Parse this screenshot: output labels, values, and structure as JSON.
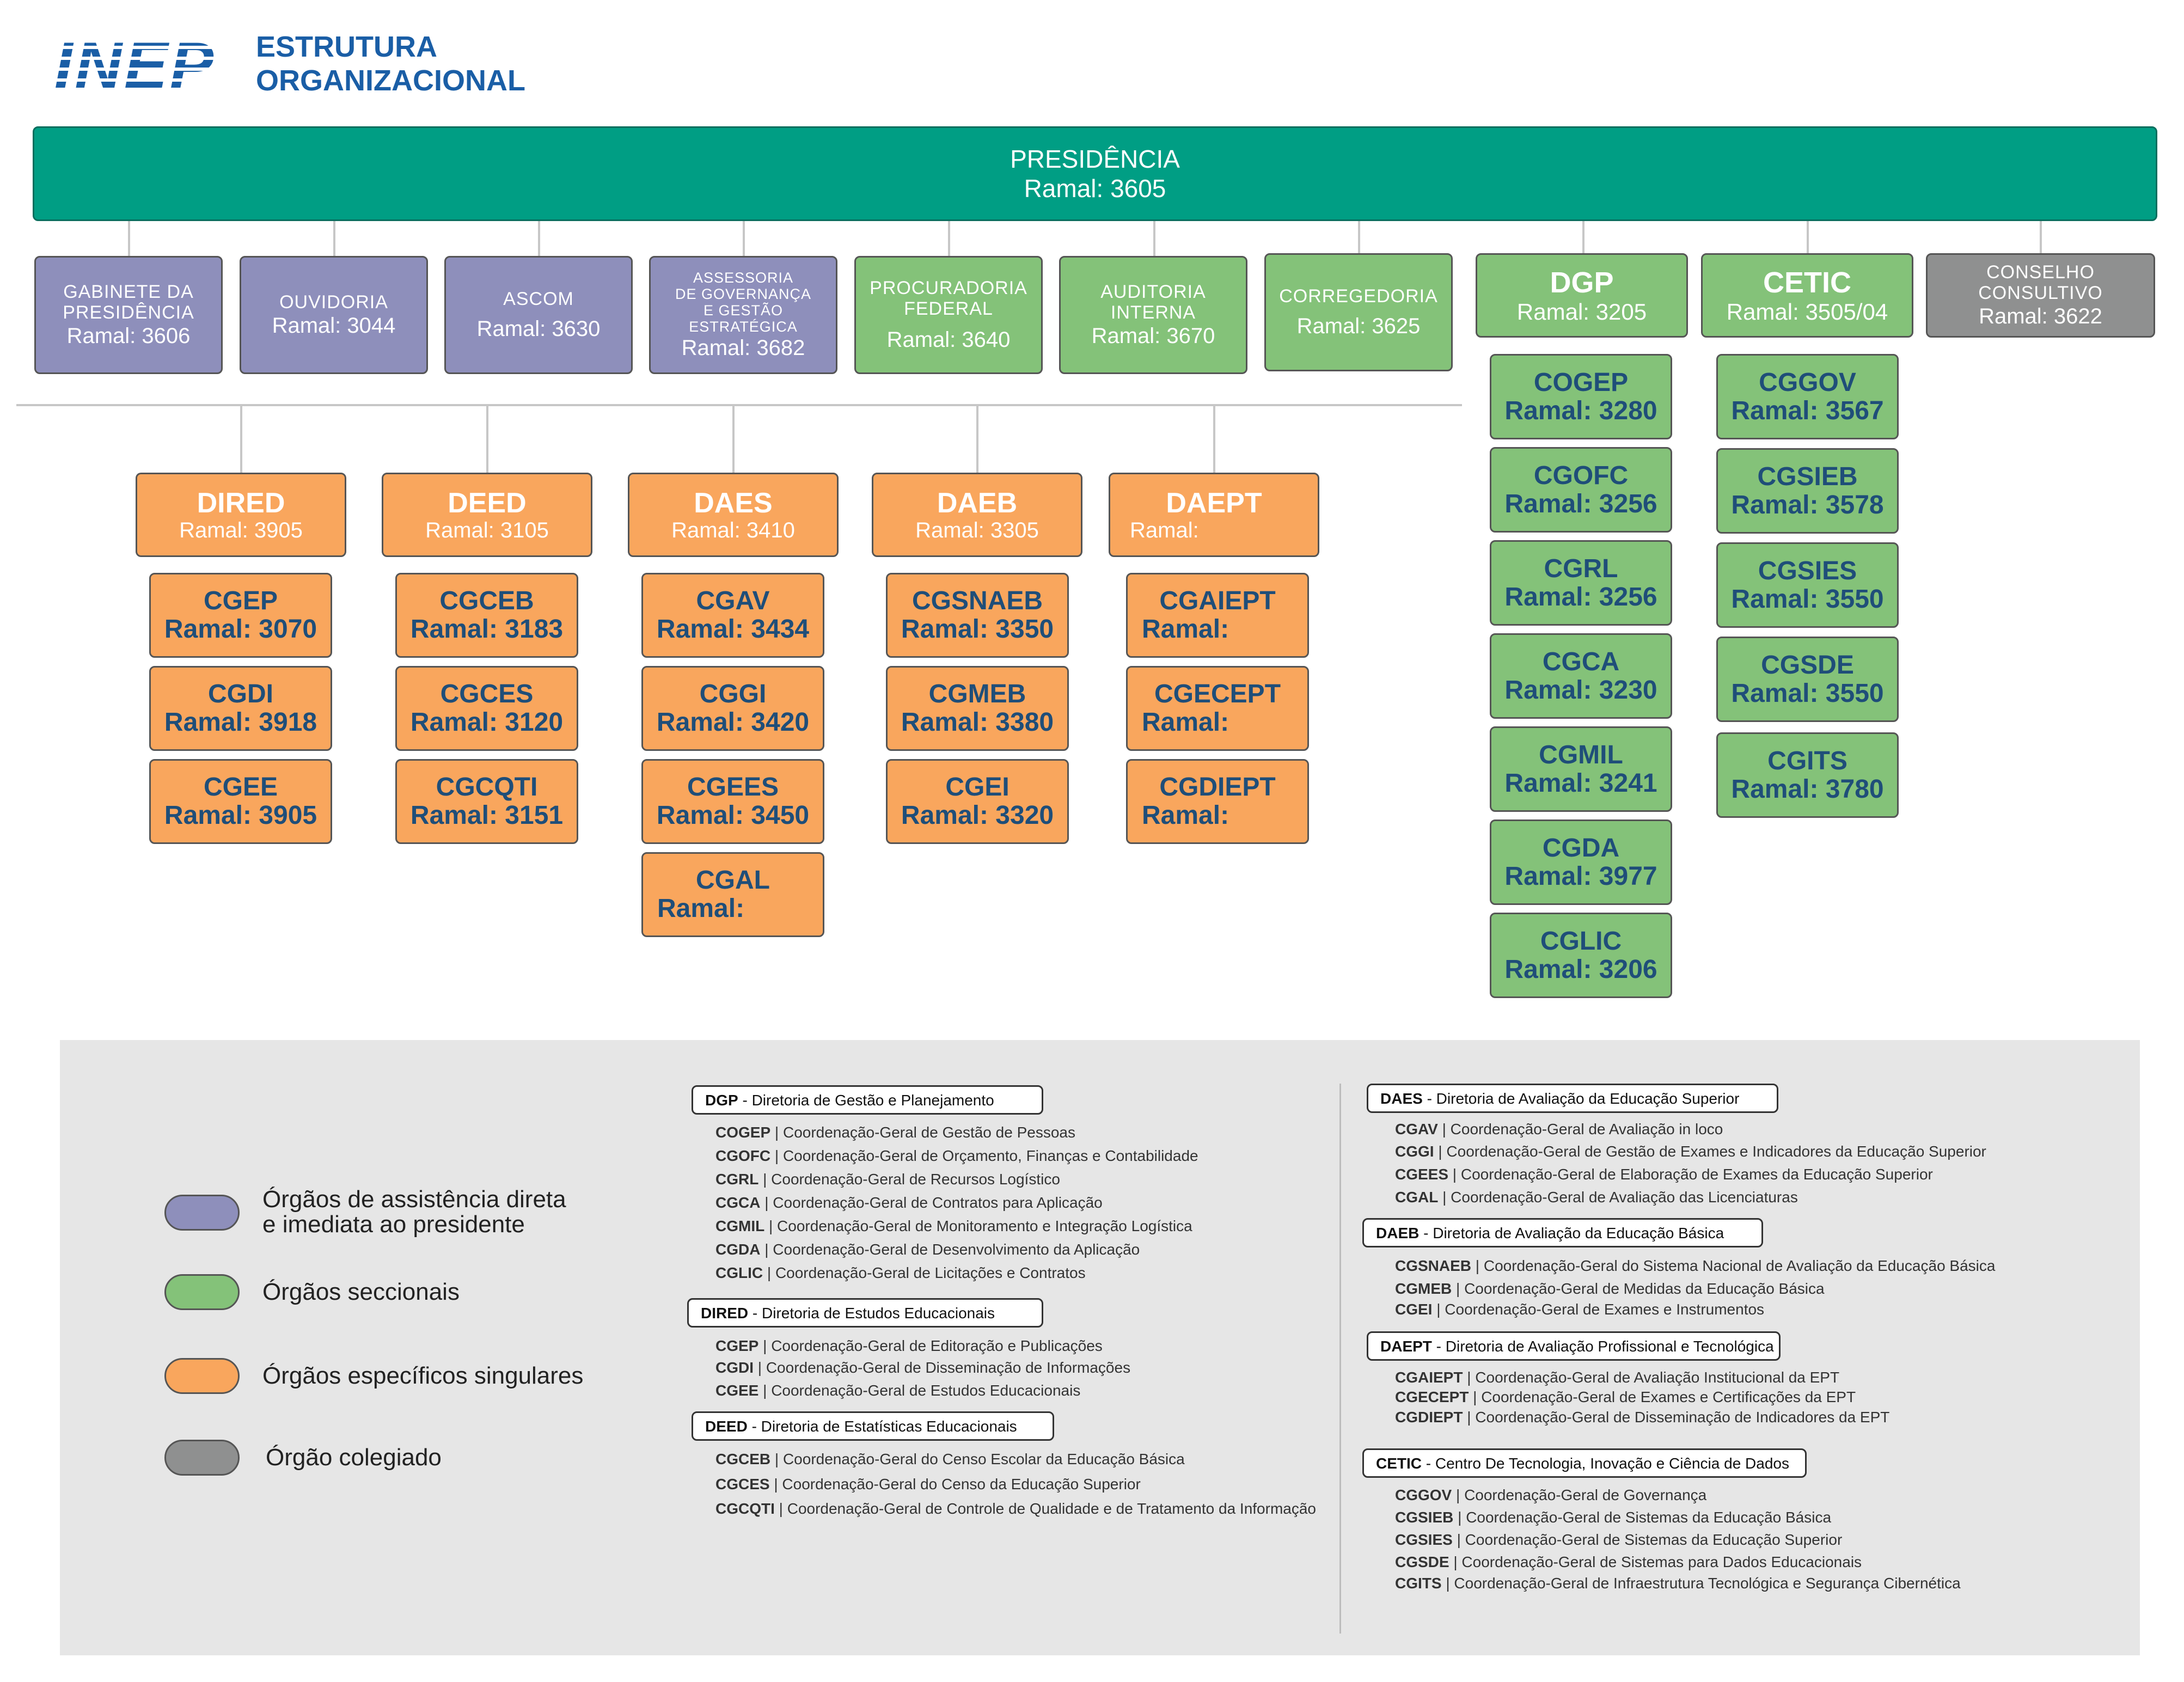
{
  "header": {
    "logo": "INEP",
    "title_line1": "ESTRUTURA",
    "title_line2": "ORGANIZACIONAL"
  },
  "colors": {
    "presidencia": "#009e84",
    "assistencia": "#8e8fbb",
    "seccionais": "#84c279",
    "especificos": "#f9a65d",
    "colegiado": "#8f9090",
    "text_blue": "#1f4e79"
  },
  "presidencia": {
    "name": "PRESIDÊNCIA",
    "ramal": "Ramal: 3605"
  },
  "level1": {
    "gabinete": {
      "l1": "GABINETE DA",
      "l2": "PRESIDÊNCIA",
      "ramal": "Ramal: 3606"
    },
    "ouvidoria": {
      "name": "OUVIDORIA",
      "ramal": "Ramal: 3044"
    },
    "ascom": {
      "name": "ASCOM",
      "ramal": "Ramal: 3630"
    },
    "assessoria": {
      "l1": "ASSESSORIA",
      "l2": "DE GOVERNANÇA",
      "l3": "E GESTÃO ESTRATÉGICA",
      "ramal": "Ramal: 3682"
    },
    "procuradoria": {
      "l1": "PROCURADORIA",
      "l2": "FEDERAL",
      "ramal": "Ramal: 3640"
    },
    "auditoria": {
      "l1": "AUDITORIA",
      "l2": "INTERNA",
      "ramal": "Ramal: 3670"
    },
    "corregedoria": {
      "name": "CORREGEDORIA",
      "ramal": "Ramal: 3625"
    },
    "dgp": {
      "name": "DGP",
      "ramal": "Ramal: 3205"
    },
    "cetic": {
      "name": "CETIC",
      "ramal": "Ramal: 3505/04"
    },
    "conselho": {
      "l1": "CONSELHO",
      "l2": "CONSULTIVO",
      "ramal": "Ramal: 3622"
    }
  },
  "dgp_units": [
    {
      "name": "COGEP",
      "ramal": "Ramal: 3280"
    },
    {
      "name": "CGOFC",
      "ramal": "Ramal: 3256"
    },
    {
      "name": "CGRL",
      "ramal": "Ramal: 3256"
    },
    {
      "name": "CGCA",
      "ramal": "Ramal: 3230"
    },
    {
      "name": "CGMIL",
      "ramal": "Ramal: 3241"
    },
    {
      "name": "CGDA",
      "ramal": "Ramal: 3977"
    },
    {
      "name": "CGLIC",
      "ramal": "Ramal: 3206"
    }
  ],
  "cetic_units": [
    {
      "name": "CGGOV",
      "ramal": "Ramal: 3567"
    },
    {
      "name": "CGSIEB",
      "ramal": "Ramal: 3578"
    },
    {
      "name": "CGSIES",
      "ramal": "Ramal: 3550"
    },
    {
      "name": "CGSDE",
      "ramal": "Ramal: 3550"
    },
    {
      "name": "CGITS",
      "ramal": "Ramal: 3780"
    }
  ],
  "directorates": [
    {
      "name": "DIRED",
      "ramal": "Ramal: 3905",
      "units": [
        {
          "name": "CGEP",
          "ramal": "Ramal: 3070"
        },
        {
          "name": "CGDI",
          "ramal": "Ramal: 3918"
        },
        {
          "name": "CGEE",
          "ramal": "Ramal: 3905"
        }
      ]
    },
    {
      "name": "DEED",
      "ramal": "Ramal: 3105",
      "units": [
        {
          "name": "CGCEB",
          "ramal": "Ramal: 3183"
        },
        {
          "name": "CGCES",
          "ramal": "Ramal: 3120"
        },
        {
          "name": "CGCQTI",
          "ramal": "Ramal: 3151"
        }
      ]
    },
    {
      "name": "DAES",
      "ramal": "Ramal: 3410",
      "units": [
        {
          "name": "CGAV",
          "ramal": "Ramal: 3434"
        },
        {
          "name": "CGGI",
          "ramal": "Ramal: 3420"
        },
        {
          "name": "CGEES",
          "ramal": "Ramal: 3450"
        },
        {
          "name": "CGAL",
          "ramal": "Ramal:"
        }
      ]
    },
    {
      "name": "DAEB",
      "ramal": "Ramal: 3305",
      "units": [
        {
          "name": "CGSNAEB",
          "ramal": "Ramal: 3350"
        },
        {
          "name": "CGMEB",
          "ramal": "Ramal: 3380"
        },
        {
          "name": "CGEI",
          "ramal": "Ramal: 3320"
        }
      ]
    },
    {
      "name": "DAEPT",
      "ramal": "Ramal:",
      "units": [
        {
          "name": "CGAIEPT",
          "ramal": "Ramal:"
        },
        {
          "name": "CGECEPT",
          "ramal": "Ramal:"
        },
        {
          "name": "CGDIEPT",
          "ramal": "Ramal:"
        }
      ]
    }
  ],
  "legend": {
    "items": [
      {
        "label_l1": "Órgãos de assistência direta",
        "label_l2": "e imediata ao presidente"
      },
      {
        "label": "Órgãos seccionais"
      },
      {
        "label": "Órgãos específicos singulares"
      },
      {
        "label": "Órgão colegiado"
      }
    ],
    "glossary_left": [
      {
        "head_abbr": "DGP",
        "head_text": " - Diretoria de Gestão e Planejamento",
        "rows": [
          {
            "abbr": "COGEP",
            "text": " | Coordenação-Geral de Gestão de Pessoas"
          },
          {
            "abbr": "CGOFC",
            "text": " | Coordenação-Geral de Orçamento, Finanças e Contabilidade"
          },
          {
            "abbr": "CGRL",
            "text": " | Coordenação-Geral de Recursos Logístico"
          },
          {
            "abbr": "CGCA",
            "text": " | Coordenação-Geral de Contratos para Aplicação"
          },
          {
            "abbr": "CGMIL",
            "text": " | Coordenação-Geral de Monitoramento e Integração Logística"
          },
          {
            "abbr": "CGDA",
            "text": " | Coordenação-Geral de Desenvolvimento da Aplicação"
          },
          {
            "abbr": "CGLIC",
            "text": " | Coordenação-Geral de Licitações e Contratos"
          }
        ]
      },
      {
        "head_abbr": "DIRED",
        "head_text": " - Diretoria de Estudos Educacionais",
        "rows": [
          {
            "abbr": "CGEP",
            "text": " | Coordenação-Geral de Editoração e Publicações"
          },
          {
            "abbr": "CGDI",
            "text": " | Coordenação-Geral de Disseminação de Informações"
          },
          {
            "abbr": "CGEE",
            "text": " | Coordenação-Geral de Estudos Educacionais"
          }
        ]
      },
      {
        "head_abbr": "DEED",
        "head_text": " - Diretoria de Estatísticas Educacionais",
        "rows": [
          {
            "abbr": "CGCEB",
            "text": " | Coordenação-Geral do Censo Escolar da Educação Básica"
          },
          {
            "abbr": "CGCES",
            "text": " | Coordenação-Geral do Censo da Educação Superior"
          },
          {
            "abbr": "CGCQTI",
            "text": " | Coordenação-Geral de Controle de Qualidade e de Tratamento da Informação"
          }
        ]
      }
    ],
    "glossary_right": [
      {
        "head_abbr": "DAES",
        "head_text": " - Diretoria de Avaliação da Educação Superior",
        "rows": [
          {
            "abbr": "CGAV",
            "text": " | Coordenação-Geral de Avaliação in loco"
          },
          {
            "abbr": "CGGI",
            "text": " | Coordenação-Geral de Gestão de Exames e Indicadores da Educação Superior"
          },
          {
            "abbr": "CGEES",
            "text": " | Coordenação-Geral de Elaboração de Exames da Educação Superior"
          },
          {
            "abbr": "CGAL",
            "text": " | Coordenação-Geral de Avaliação das Licenciaturas"
          }
        ]
      },
      {
        "head_abbr": "DAEB",
        "head_text": " - Diretoria de Avaliação da Educação Básica",
        "rows": [
          {
            "abbr": "CGSNAEB",
            "text": " | Coordenação-Geral do Sistema Nacional de Avaliação da Educação Básica"
          },
          {
            "abbr": "CGMEB",
            "text": " | Coordenação-Geral de Medidas da Educação Básica"
          },
          {
            "abbr": "CGEI",
            "text": " | Coordenação-Geral de Exames e Instrumentos"
          }
        ]
      },
      {
        "head_abbr": "DAEPT",
        "head_text": " - Diretoria de Avaliação Profissional e Tecnológica",
        "rows": [
          {
            "abbr": "CGAIEPT",
            "text": " | Coordenação-Geral de Avaliação Institucional da EPT"
          },
          {
            "abbr": "CGECEPT",
            "text": " | Coordenação-Geral de Exames e Certificações da EPT"
          },
          {
            "abbr": "CGDIEPT",
            "text": " | Coordenação-Geral de Disseminação de Indicadores da EPT"
          }
        ]
      },
      {
        "head_abbr": "CETIC",
        "head_text": " - Centro De Tecnologia, Inovação e Ciência de Dados",
        "rows": [
          {
            "abbr": "CGGOV",
            "text": " | Coordenação-Geral de Governança"
          },
          {
            "abbr": "CGSIEB",
            "text": " | Coordenação-Geral de Sistemas da Educação Básica"
          },
          {
            "abbr": "CGSIES",
            "text": " | Coordenação-Geral de Sistemas da Educação Superior"
          },
          {
            "abbr": "CGSDE",
            "text": " | Coordenação-Geral de Sistemas para Dados Educacionais"
          },
          {
            "abbr": "CGITS",
            "text": " | Coordenação-Geral de Infraestrutura Tecnológica e Segurança Cibernética"
          }
        ]
      }
    ]
  }
}
